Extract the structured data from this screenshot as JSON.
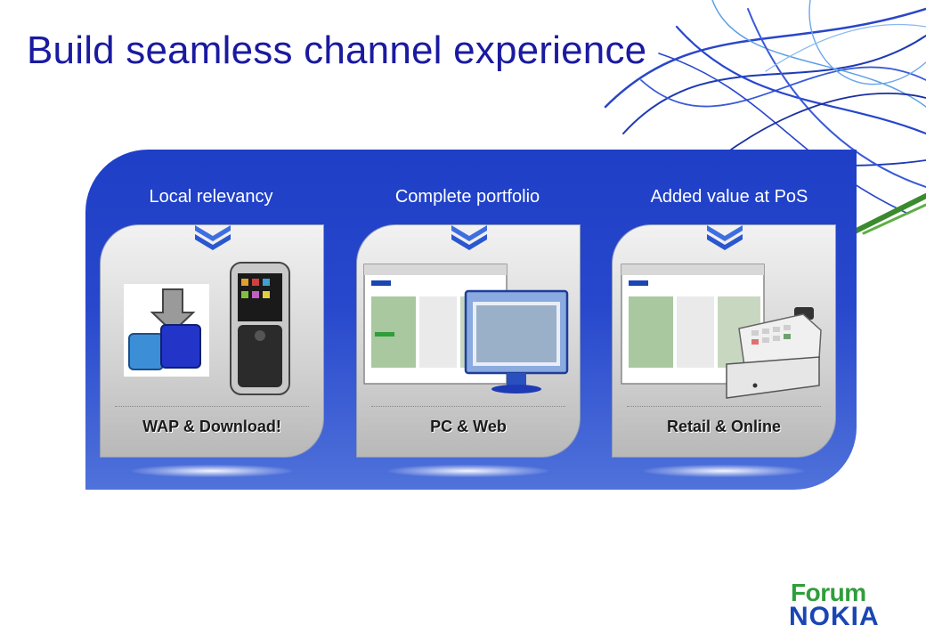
{
  "slide": {
    "title": "Build seamless channel experience"
  },
  "columns": [
    {
      "heading": "Local relevancy",
      "card_label": "WAP & Download!"
    },
    {
      "heading": "Complete portfolio",
      "card_label": "PC & Web"
    },
    {
      "heading": "Added value at PoS",
      "card_label": "Retail & Online"
    }
  ],
  "logo": {
    "line1": "Forum",
    "line2": "NOKIA"
  },
  "colors": {
    "title": "#1a1aa0",
    "panel_blue": "#2747cc",
    "forum_green": "#2f9e3a",
    "nokia_blue": "#1a46b4"
  },
  "icons": [
    "download-icon",
    "mobile-phone-icon",
    "web-browser-icon",
    "pc-monitor-icon",
    "cash-register-icon",
    "chevron-down-icon"
  ]
}
